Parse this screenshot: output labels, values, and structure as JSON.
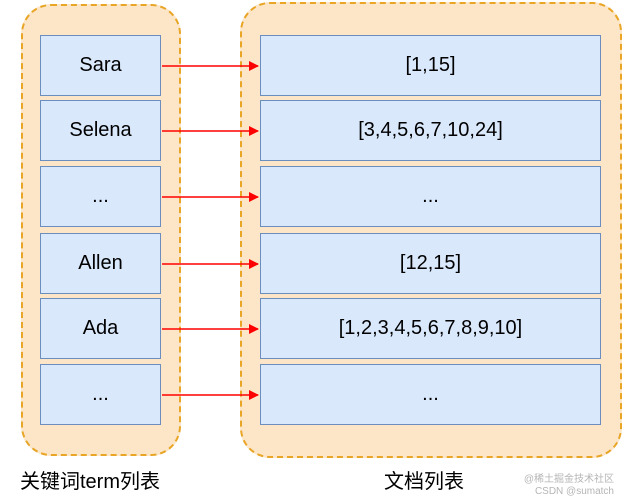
{
  "diagram": {
    "rows": [
      {
        "term": "Sara",
        "postings": "[1,15]"
      },
      {
        "term": "Selena",
        "postings": "[3,4,5,6,7,10,24]"
      },
      {
        "term": "...",
        "postings": "..."
      },
      {
        "term": "Allen",
        "postings": "[12,15]"
      },
      {
        "term": "Ada",
        "postings": "[1,2,3,4,5,6,7,8,9,10]"
      },
      {
        "term": "...",
        "postings": "..."
      }
    ],
    "term_group_label": "关键词term列表",
    "doc_group_label": "文档列表"
  },
  "watermark": {
    "line1": "@稀土掘金技术社区",
    "line2": "CSDN @sumatch"
  },
  "colors": {
    "group_fill": "#fde6c8",
    "group_border": "#e8a526",
    "box_fill": "#dae8fc",
    "box_border": "#6c8ebf",
    "arrow": "#ff0000"
  }
}
